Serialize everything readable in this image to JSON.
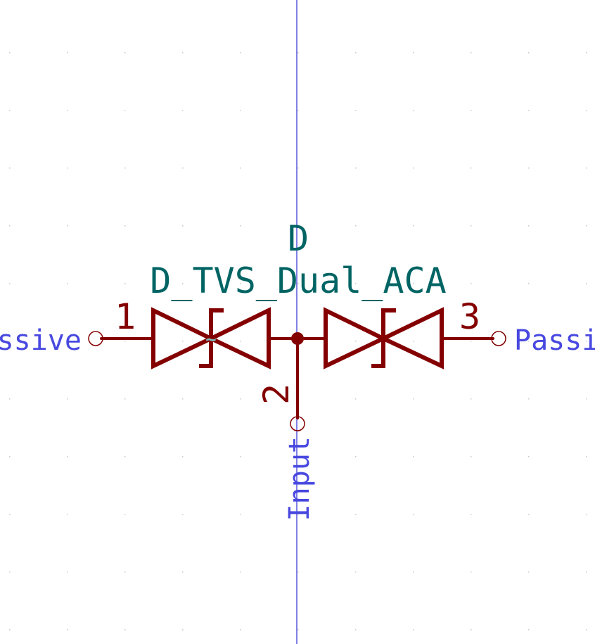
{
  "symbol": {
    "reference": "D",
    "value": "D_TVS_Dual_ACA"
  },
  "pins": [
    {
      "number": "1",
      "type": "Passive"
    },
    {
      "number": "2",
      "type": "Input"
    },
    {
      "number": "3",
      "type": "Passive"
    }
  ],
  "colors": {
    "background": "#ffffff",
    "body": "#840000",
    "field_text": "#006464",
    "pin_type_text": "#4848e0",
    "axis": "#0000c8",
    "grid": "#c8c8c8",
    "tilde_marker": "#7fb8b8"
  },
  "icons": {
    "left_diode": "tvs-diode-bidirectional-icon",
    "right_diode": "tvs-diode-bidirectional-icon",
    "junction": "junction-dot-icon",
    "pin_end": "pin-end-circle-icon"
  }
}
